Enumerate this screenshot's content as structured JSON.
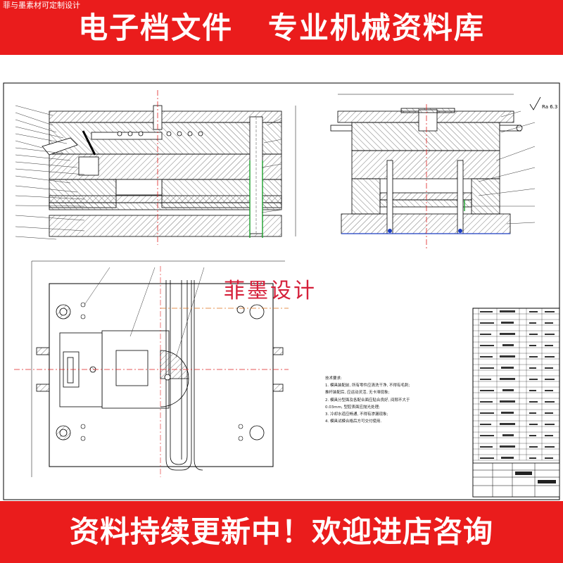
{
  "banner_top": {
    "watermark": "菲与墨素材可定制设计",
    "title": "电子档文件   专业机械资料库"
  },
  "overlay_watermark": "菲墨设计",
  "banner_bottom": {
    "title": "资料持续更新中！欢迎进店咨询"
  },
  "drawing": {
    "surface_roughness": "Ra 6.3",
    "notes": [
      "技术要求:",
      "1. 模具装配前, 所有零件应清洗干净, 不得有毛刺;",
      "   推杆装配后, 应运动灵活, 无卡滞现象;",
      "2. 模具分型面及各配合面应贴合良好, 间隙不大于",
      "   0.03mm, 型腔表面应抛光处理;",
      "3. 冷却水道应畅通, 不得有渗漏现象;",
      "4. 模具试模合格后方可交付使用."
    ]
  },
  "colors": {
    "banner": "#ea1c1c",
    "watermark": "#d5203a",
    "centerline": "#e02020"
  }
}
